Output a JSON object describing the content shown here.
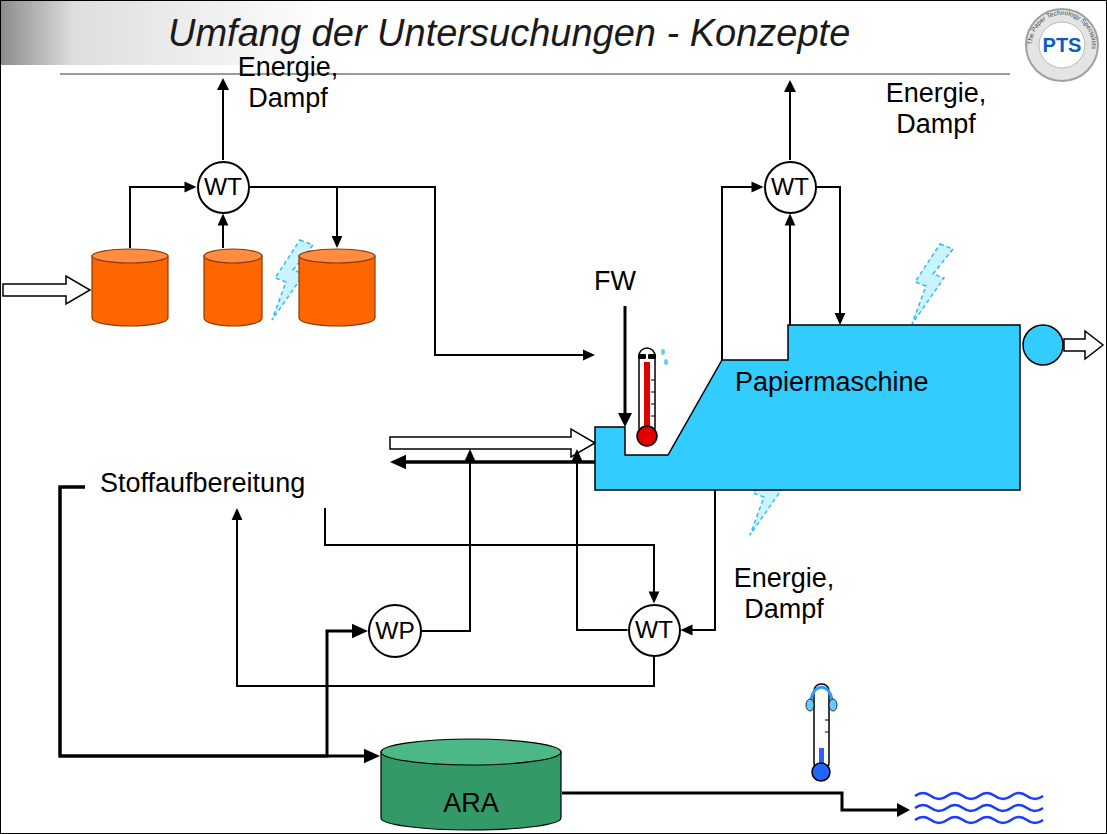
{
  "diagram": {
    "title": "Umfang der Untersuchungen - Konzepte",
    "nodes": [
      {
        "text": [
          "WT"
        ]
      },
      {
        "text": [
          "WT"
        ]
      },
      {
        "text": [
          "Stoffaufbereitung"
        ]
      },
      {
        "text": [
          "Papiermaschine"
        ]
      },
      {
        "text": [
          "WP"
        ]
      },
      {
        "text": [
          "WT"
        ]
      },
      {
        "text": [
          "ARA"
        ]
      }
    ],
    "edges": [
      {
        "from": 2,
        "to": 0,
        "arrow": "to"
      },
      {
        "from": 2,
        "to": 0,
        "arrow": "to"
      },
      {
        "from": 0,
        "to": 2,
        "arrow": "to"
      },
      {
        "from": 0,
        "to": 3,
        "arrow": "to"
      },
      {
        "from": 3,
        "to": 1,
        "arrow": "to"
      },
      {
        "from": 3,
        "to": 1,
        "arrow": "to"
      },
      {
        "from": 1,
        "to": 3,
        "arrow": "to"
      },
      {
        "from": 2,
        "to": 3,
        "arrow": "to"
      },
      {
        "from": 3,
        "to": 2,
        "arrow": "to"
      },
      {
        "from": 2,
        "to": 5,
        "arrow": "to"
      },
      {
        "from": 3,
        "to": 5,
        "arrow": "to"
      },
      {
        "from": 5,
        "to": 3,
        "arrow": "to"
      },
      {
        "from": 5,
        "to": 2,
        "arrow": "to"
      },
      {
        "from": 2,
        "to": 6,
        "arrow": "to"
      },
      {
        "from": 2,
        "to": 4,
        "arrow": "to"
      },
      {
        "from": 4,
        "to": 3,
        "arrow": "to"
      }
    ],
    "labels": [
      "Energie, Dampf",
      "Energie, Dampf",
      "FW",
      "Energie, Dampf",
      "PTS",
      "The Paper Technology Specialists"
    ]
  }
}
